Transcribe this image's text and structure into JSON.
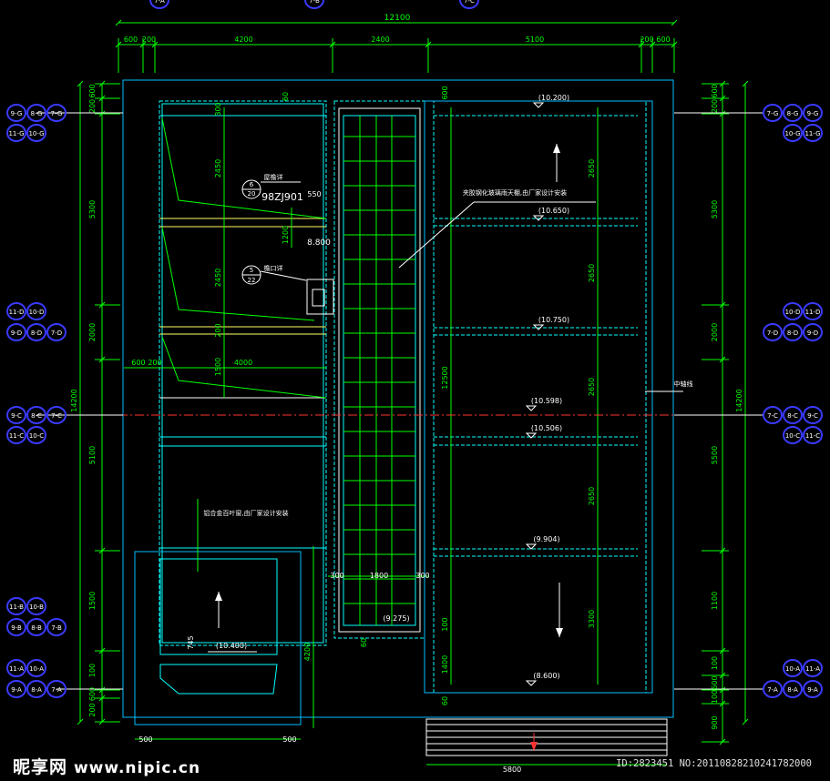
{
  "dims": {
    "total_width": "12100",
    "top_row": [
      "600",
      "200",
      "4200",
      "2400",
      "5100",
      "200",
      "600"
    ],
    "left_col": [
      "600",
      "200",
      "5300",
      "2000",
      "5100",
      "1500",
      "100",
      "600",
      "200"
    ],
    "total_height": "14200",
    "right_col": [
      "600",
      "200",
      "5300",
      "2000",
      "5500",
      "1100",
      "100",
      "600",
      "100",
      "900"
    ],
    "bottom_left": [
      "500",
      "500"
    ],
    "bottom_mid": "5800",
    "mid_row": [
      "600",
      "200",
      "4000"
    ],
    "stair_row": [
      "300",
      "1800",
      "300"
    ],
    "left_inner": [
      "300",
      "2450",
      "2450",
      "200",
      "1500"
    ],
    "right_inner": [
      "2650",
      "2650",
      "2650",
      "2650",
      "3300"
    ],
    "center_v": "12500",
    "misc": {
      "d60a": "60",
      "d60b": "60",
      "d60c": "60",
      "d600": "600",
      "d100": "100",
      "d1400": "1400",
      "d1200": "1200",
      "d550": "550",
      "d745": "745",
      "d4200": "4200"
    }
  },
  "elevations": [
    "(10.200)",
    "(10.650)",
    "(10.750)",
    "(10.598)",
    "(10.506)",
    "(9.904)",
    "(8.600)",
    "(9.275)",
    "(10.400)",
    "8.800"
  ],
  "labels": {
    "canopy_note": "夹胶钢化玻璃雨天棚,由厂家设计安装",
    "roof_note": "铝合金百叶窗,由厂家设计安装",
    "ladder1": "屋檐详",
    "ladder2": "檐口详",
    "ref": "98ZJ901",
    "axis_line": "中轴线",
    "detail1_top": "6",
    "detail1_bot": "20",
    "detail2_top": "5",
    "detail2_bot": "22"
  },
  "axis_tags": {
    "row1": [
      "9-G",
      "8-G",
      "7-G"
    ],
    "row2": [
      "11-G",
      "10-G"
    ],
    "row3": [
      "11-D",
      "10-D"
    ],
    "row4": [
      "9-D",
      "8-D",
      "7-D"
    ],
    "row5": [
      "9-C",
      "8-C",
      "7-C"
    ],
    "row6": [
      "11-C",
      "10-C"
    ],
    "row7": [
      "11-B",
      "10-B"
    ],
    "row8": [
      "9-B",
      "8-B",
      "7-B"
    ],
    "row9": [
      "11-A",
      "10-A"
    ],
    "row10": [
      "9-A",
      "8-A",
      "7-A"
    ],
    "top": [
      "7-A",
      "7-B",
      "7-C"
    ]
  },
  "watermark": {
    "logo": "昵享网",
    "url": "www.nipic.cn",
    "id": "ID:2823451 NO:20110828210241782000"
  },
  "colors": {
    "dim": "#00ff00",
    "wall": "#00bfff",
    "cyan": "#00ffff",
    "yellow": "#ffff66",
    "white": "#ffffff",
    "red": "#ff3333",
    "tag": "#3a3aff"
  }
}
